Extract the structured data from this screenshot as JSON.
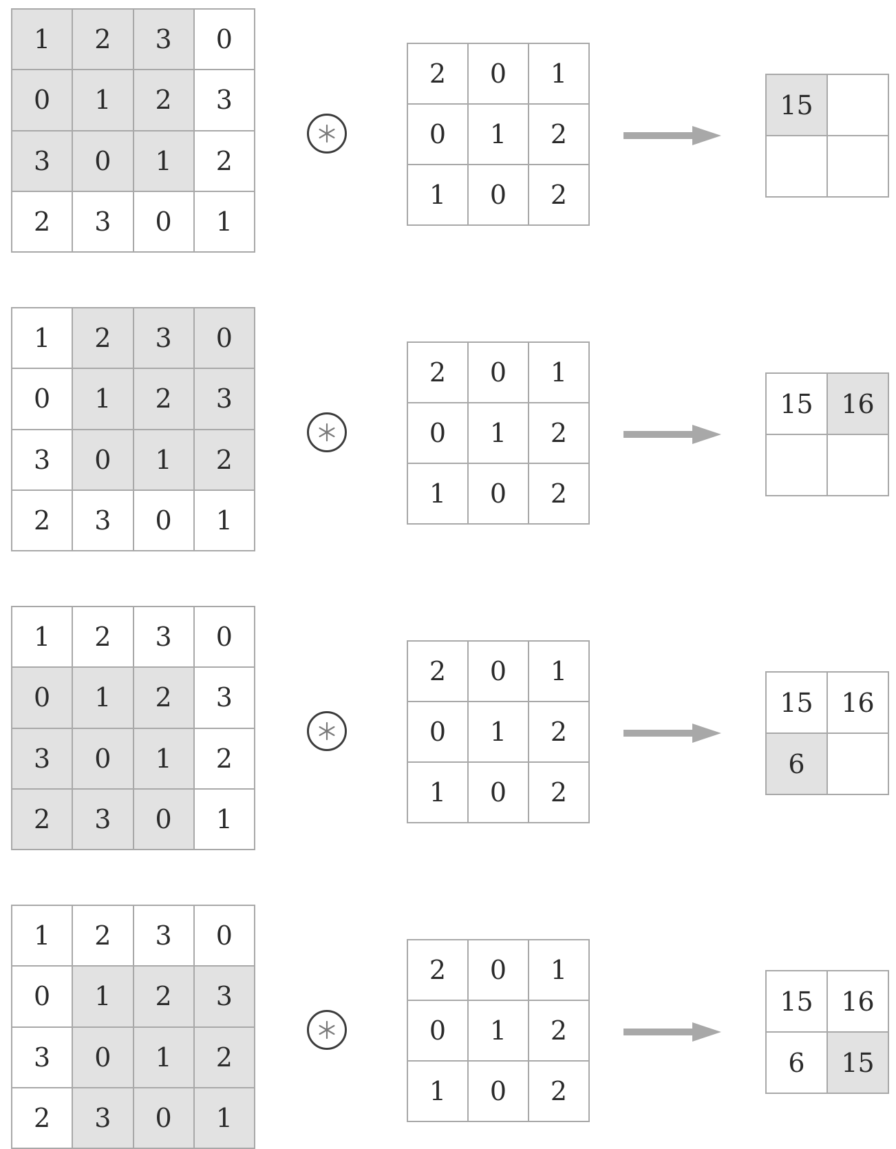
{
  "steps": [
    {
      "input": [
        [
          "1",
          "2",
          "3",
          "0"
        ],
        [
          "0",
          "1",
          "2",
          "3"
        ],
        [
          "3",
          "0",
          "1",
          "2"
        ],
        [
          "2",
          "3",
          "0",
          "1"
        ]
      ],
      "input_window": {
        "row": 0,
        "col": 0
      },
      "kernel": [
        [
          "2",
          "0",
          "1"
        ],
        [
          "0",
          "1",
          "2"
        ],
        [
          "1",
          "0",
          "2"
        ]
      ],
      "output": [
        [
          "15",
          ""
        ],
        [
          "",
          ""
        ]
      ],
      "output_highlight": {
        "row": 0,
        "col": 0
      }
    },
    {
      "input": [
        [
          "1",
          "2",
          "3",
          "0"
        ],
        [
          "0",
          "1",
          "2",
          "3"
        ],
        [
          "3",
          "0",
          "1",
          "2"
        ],
        [
          "2",
          "3",
          "0",
          "1"
        ]
      ],
      "input_window": {
        "row": 0,
        "col": 1
      },
      "kernel": [
        [
          "2",
          "0",
          "1"
        ],
        [
          "0",
          "1",
          "2"
        ],
        [
          "1",
          "0",
          "2"
        ]
      ],
      "output": [
        [
          "15",
          "16"
        ],
        [
          "",
          ""
        ]
      ],
      "output_highlight": {
        "row": 0,
        "col": 1
      }
    },
    {
      "input": [
        [
          "1",
          "2",
          "3",
          "0"
        ],
        [
          "0",
          "1",
          "2",
          "3"
        ],
        [
          "3",
          "0",
          "1",
          "2"
        ],
        [
          "2",
          "3",
          "0",
          "1"
        ]
      ],
      "input_window": {
        "row": 1,
        "col": 0
      },
      "kernel": [
        [
          "2",
          "0",
          "1"
        ],
        [
          "0",
          "1",
          "2"
        ],
        [
          "1",
          "0",
          "2"
        ]
      ],
      "output": [
        [
          "15",
          "16"
        ],
        [
          "6",
          ""
        ]
      ],
      "output_highlight": {
        "row": 1,
        "col": 0
      }
    },
    {
      "input": [
        [
          "1",
          "2",
          "3",
          "0"
        ],
        [
          "0",
          "1",
          "2",
          "3"
        ],
        [
          "3",
          "0",
          "1",
          "2"
        ],
        [
          "2",
          "3",
          "0",
          "1"
        ]
      ],
      "input_window": {
        "row": 1,
        "col": 1
      },
      "kernel": [
        [
          "2",
          "0",
          "1"
        ],
        [
          "0",
          "1",
          "2"
        ],
        [
          "1",
          "0",
          "2"
        ]
      ],
      "output": [
        [
          "15",
          "16"
        ],
        [
          "6",
          "15"
        ]
      ],
      "output_highlight": {
        "row": 1,
        "col": 1
      }
    }
  ],
  "kernel_size": 3,
  "colors": {
    "highlight": "#e2e2e2",
    "border": "#a8a8a8",
    "arrow": "#a8a8a8",
    "operator": "#3c3c3c"
  },
  "operator_icon": "convolution-operator-icon",
  "arrow_icon": "right-arrow-icon"
}
